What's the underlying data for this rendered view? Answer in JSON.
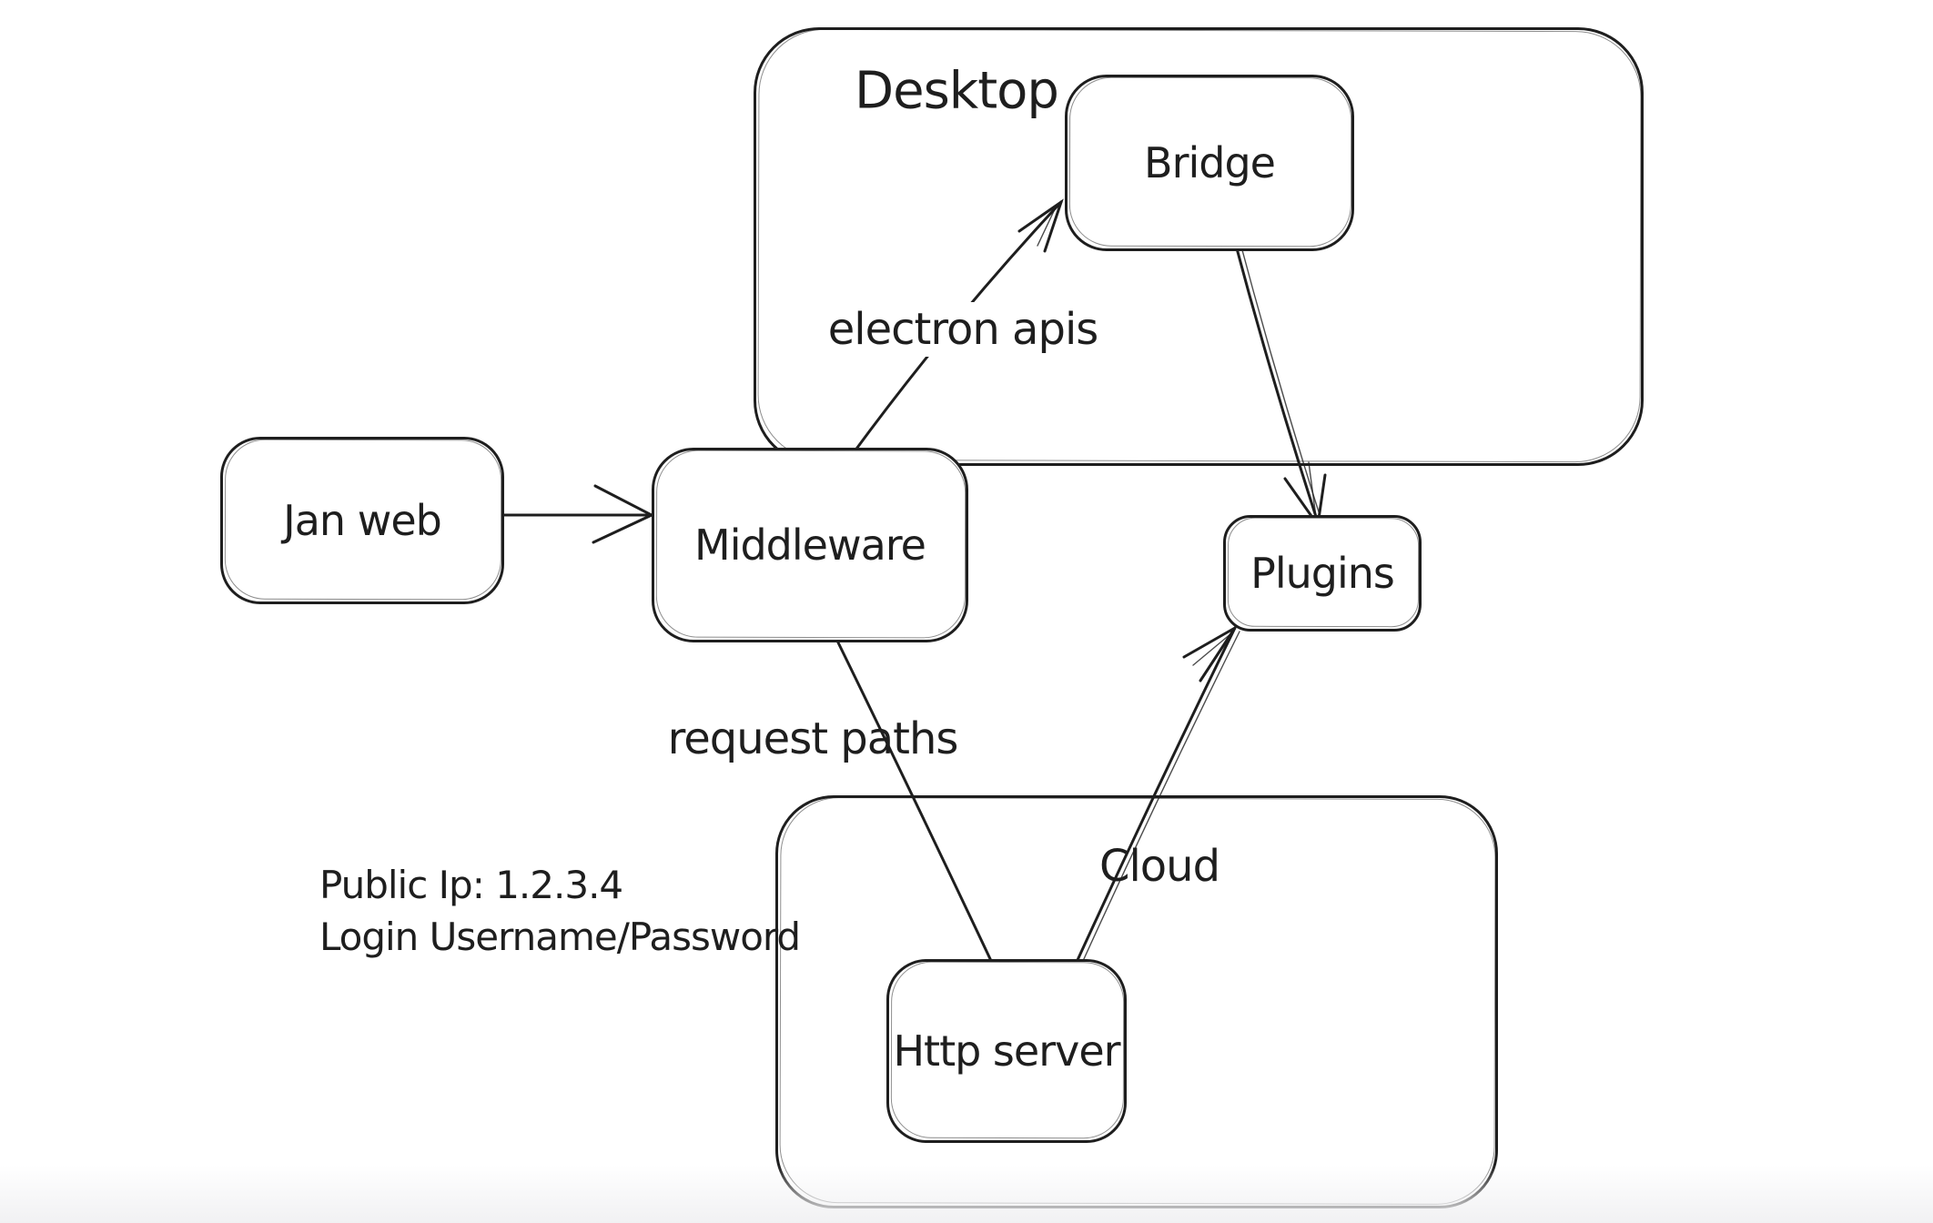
{
  "diagram": {
    "background": "#ffffff",
    "stroke_color": "#1e1e1e",
    "containers": [
      {
        "id": "desktop",
        "label": "Desktop"
      },
      {
        "id": "cloud",
        "label": "Cloud"
      }
    ],
    "nodes": [
      {
        "id": "jan-web",
        "label": "Jan web",
        "parent": null
      },
      {
        "id": "middleware",
        "label": "Middleware",
        "parent": null
      },
      {
        "id": "bridge",
        "label": "Bridge",
        "parent": "desktop"
      },
      {
        "id": "plugins",
        "label": "Plugins",
        "parent": null
      },
      {
        "id": "http-server",
        "label": "Http server",
        "parent": "cloud"
      }
    ],
    "edges": [
      {
        "id": "janweb-to-middleware",
        "from": "Jan web",
        "to": "Middleware",
        "label": "",
        "arrowhead": "end"
      },
      {
        "id": "middleware-to-bridge",
        "from": "Middleware",
        "to": "Bridge",
        "label": "electron apis",
        "arrowhead": "end"
      },
      {
        "id": "bridge-to-plugins",
        "from": "Bridge",
        "to": "Plugins",
        "label": "",
        "arrowhead": "end"
      },
      {
        "id": "middleware-to-httpserver",
        "from": "Middleware",
        "to": "Http server",
        "label": "request paths",
        "arrowhead": "none"
      },
      {
        "id": "httpserver-to-plugins",
        "from": "Http server",
        "to": "Plugins",
        "label": "",
        "arrowhead": "end"
      }
    ],
    "notes": [
      {
        "text": "Public Ip: 1.2.3.4"
      },
      {
        "text": "Login Username/Password"
      }
    ]
  }
}
